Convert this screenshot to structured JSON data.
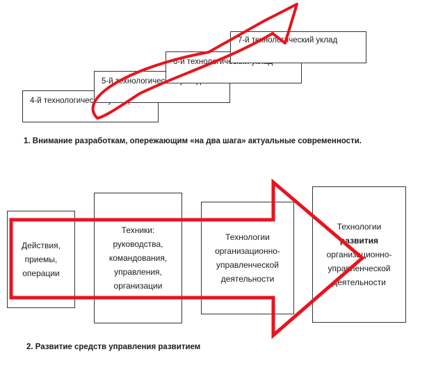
{
  "top_diagram": {
    "steps": [
      {
        "label": "4-й технологический уклад"
      },
      {
        "label": "5-й технологический уклад"
      },
      {
        "label": "6-й технологический уклад"
      },
      {
        "label": "7-й технологический уклад"
      }
    ],
    "caption": "1.    Внимание разработкам, опережающим «на  два шага» актуальные современности."
  },
  "bottom_diagram": {
    "boxes": [
      {
        "lines": [
          "Действия,",
          "приемы,",
          "операции"
        ]
      },
      {
        "lines": [
          "Техники:",
          "руководства,",
          "командования,",
          "управления,",
          "организации"
        ]
      },
      {
        "lines": [
          "Технологии",
          "организационно-",
          "управленческой",
          "деятельности"
        ]
      },
      {
        "lines_before_bold": [
          "Технологии"
        ],
        "bold_word": "развития",
        "lines_after_bold": [
          "организационно-",
          "управленческой",
          "деятельности"
        ]
      }
    ],
    "caption": "2. Развитие средств управления развитием"
  },
  "colors": {
    "arrow": "#e8141e",
    "border": "#333333",
    "text": "#1a1a1a"
  }
}
